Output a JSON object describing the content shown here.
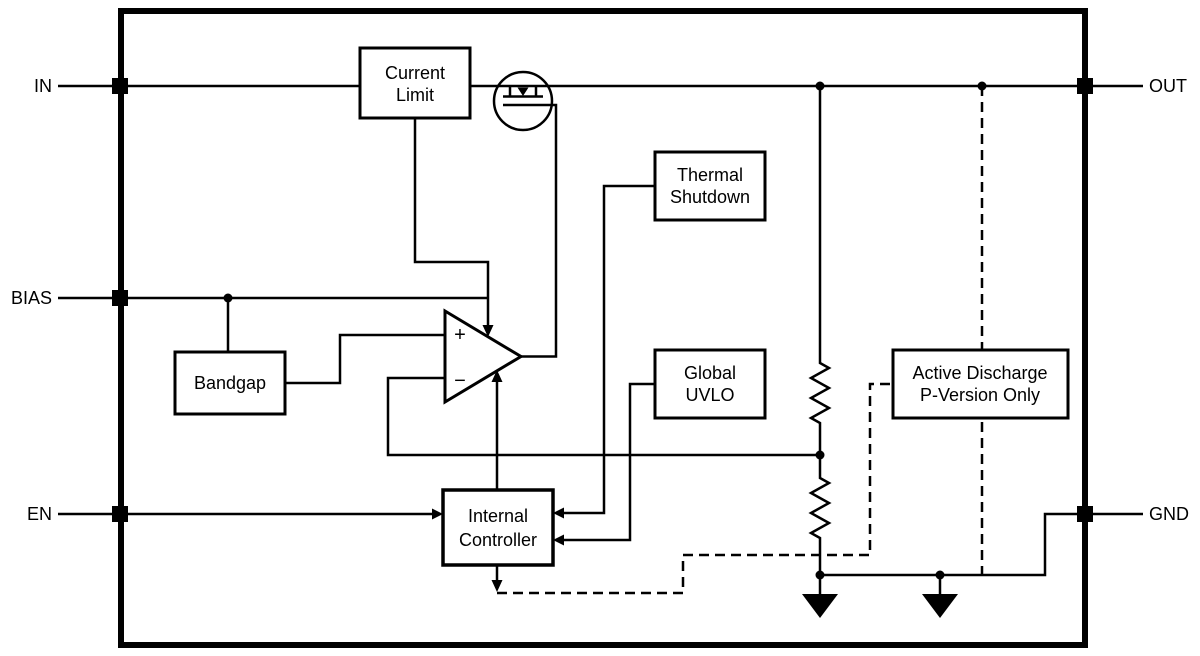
{
  "colors": {
    "stroke": "#000000",
    "background": "#ffffff",
    "block_fill": "#ffffff"
  },
  "pins": {
    "in": {
      "label": "IN"
    },
    "bias": {
      "label": "BIAS"
    },
    "en": {
      "label": "EN"
    },
    "out": {
      "label": "OUT"
    },
    "gnd": {
      "label": "GND"
    }
  },
  "blocks": {
    "current_limit": {
      "line1": "Current",
      "line2": "Limit"
    },
    "thermal_shutdown": {
      "line1": "Thermal",
      "line2": "Shutdown"
    },
    "global_uvlo": {
      "line1": "Global",
      "line2": "UVLO"
    },
    "bandgap": {
      "line1": "Bandgap"
    },
    "internal_controller": {
      "line1": "Internal",
      "line2": "Controller"
    },
    "active_discharge": {
      "line1": "Active Discharge",
      "line2": "P-Version Only"
    }
  },
  "error_amplifier": {
    "plus": "+",
    "minus": "−"
  }
}
